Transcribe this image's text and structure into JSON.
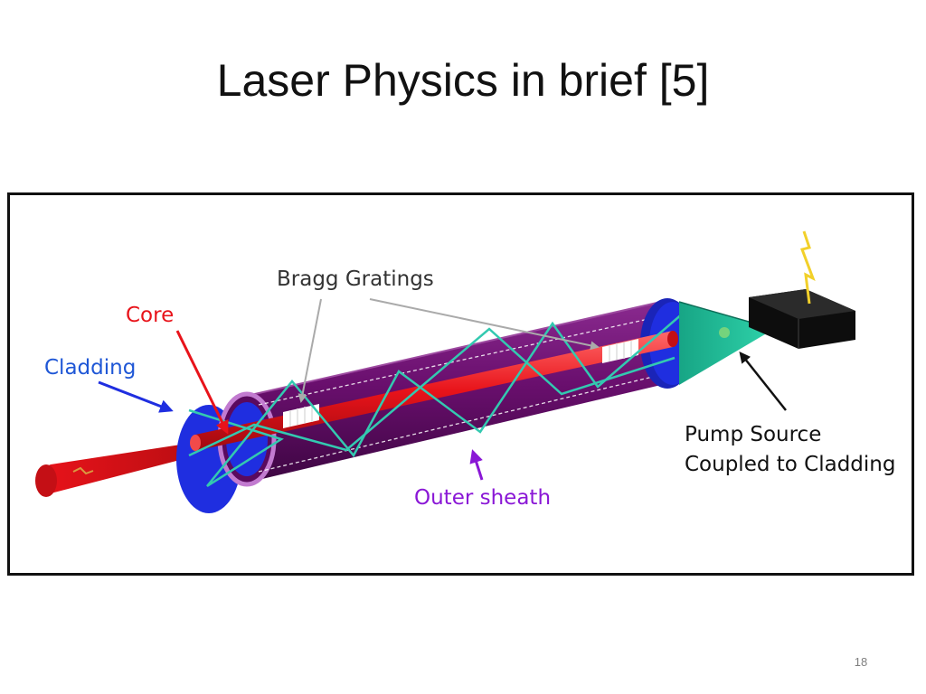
{
  "slide": {
    "title": "Laser Physics in brief [5]",
    "page_number": "18"
  },
  "diagram": {
    "labels": {
      "bragg_gratings": "Bragg Gratings",
      "core": "Core",
      "cladding": "Cladding",
      "outer_sheath": "Outer sheath",
      "pump_source_line1": "Pump Source",
      "pump_source_line2": "Coupled to Cladding"
    },
    "colors": {
      "core": "#e8131a",
      "cladding": "#1f2ee0",
      "outer_sheath": "#6a0f6e",
      "ray": "#33c9b0",
      "pump_cone": "#1fb896",
      "annotation_text": "#333333",
      "core_label": "#e8131a",
      "cladding_label": "#1f57d6",
      "sheath_label": "#8a17d6"
    }
  }
}
